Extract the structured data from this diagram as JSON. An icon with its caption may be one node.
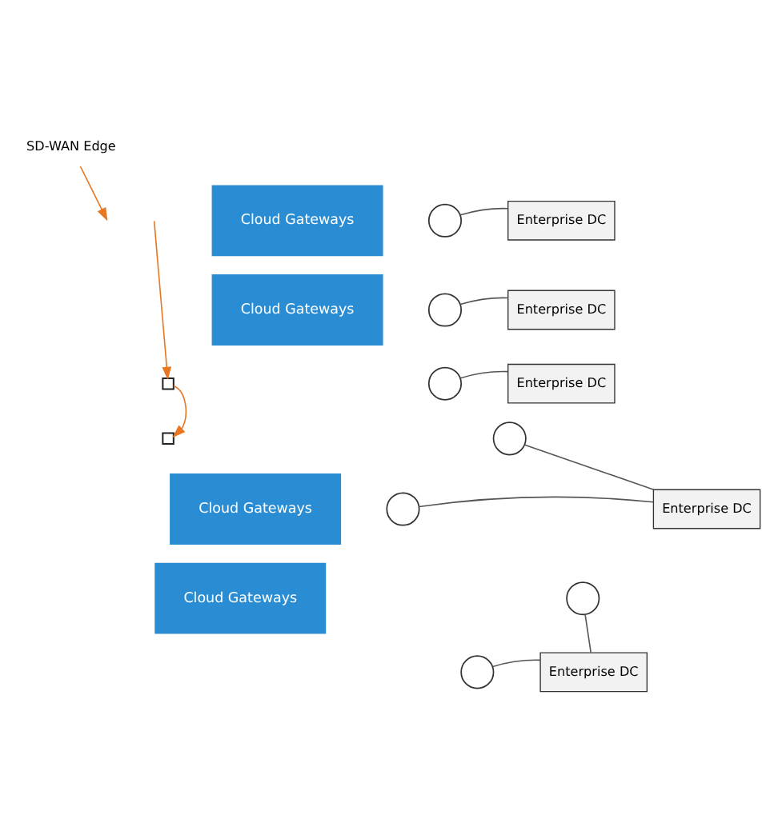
{
  "diagram": {
    "nodes": [
      {
        "text": [
          "SD-WAN Edge"
        ]
      },
      {
        "text": [],
        "shape": "box"
      },
      {
        "text": [],
        "shape": "box"
      },
      {
        "text": [
          "Cloud Gateways"
        ]
      },
      {
        "text": [
          "Cloud Gateways"
        ]
      },
      {
        "text": [
          "Cloud Gateways"
        ]
      },
      {
        "text": [
          "Cloud Gateways"
        ]
      },
      {
        "text": [],
        "shape": "circle"
      },
      {
        "text": [],
        "shape": "circle"
      },
      {
        "text": [],
        "shape": "circle"
      },
      {
        "text": [],
        "shape": "circle"
      },
      {
        "text": [],
        "shape": "circle"
      },
      {
        "text": [],
        "shape": "circle"
      },
      {
        "text": [],
        "shape": "circle"
      },
      {
        "text": [
          "Enterprise DC"
        ]
      },
      {
        "text": [
          "Enterprise DC"
        ]
      },
      {
        "text": [
          "Enterprise DC"
        ]
      },
      {
        "text": [
          "Enterprise DC"
        ]
      },
      {
        "text": [
          "Enterprise DC"
        ]
      }
    ],
    "edges": [
      {
        "from": 0,
        "to": null,
        "arrow": "to",
        "color": "#e87722"
      },
      {
        "from": null,
        "to": 1,
        "arrow": "to",
        "color": "#e87722"
      },
      {
        "from": 1,
        "to": 2,
        "arrow": "to",
        "color": "#e87722"
      },
      {
        "from": 7,
        "to": 14,
        "arrow": "none"
      },
      {
        "from": 8,
        "to": 15,
        "arrow": "none"
      },
      {
        "from": 9,
        "to": 16,
        "arrow": "none"
      },
      {
        "from": 10,
        "to": 17,
        "arrow": "none"
      },
      {
        "from": 11,
        "to": 18,
        "arrow": "none"
      },
      {
        "from": 12,
        "to": 17,
        "arrow": "none"
      },
      {
        "from": 13,
        "to": 18,
        "arrow": "none"
      }
    ]
  }
}
